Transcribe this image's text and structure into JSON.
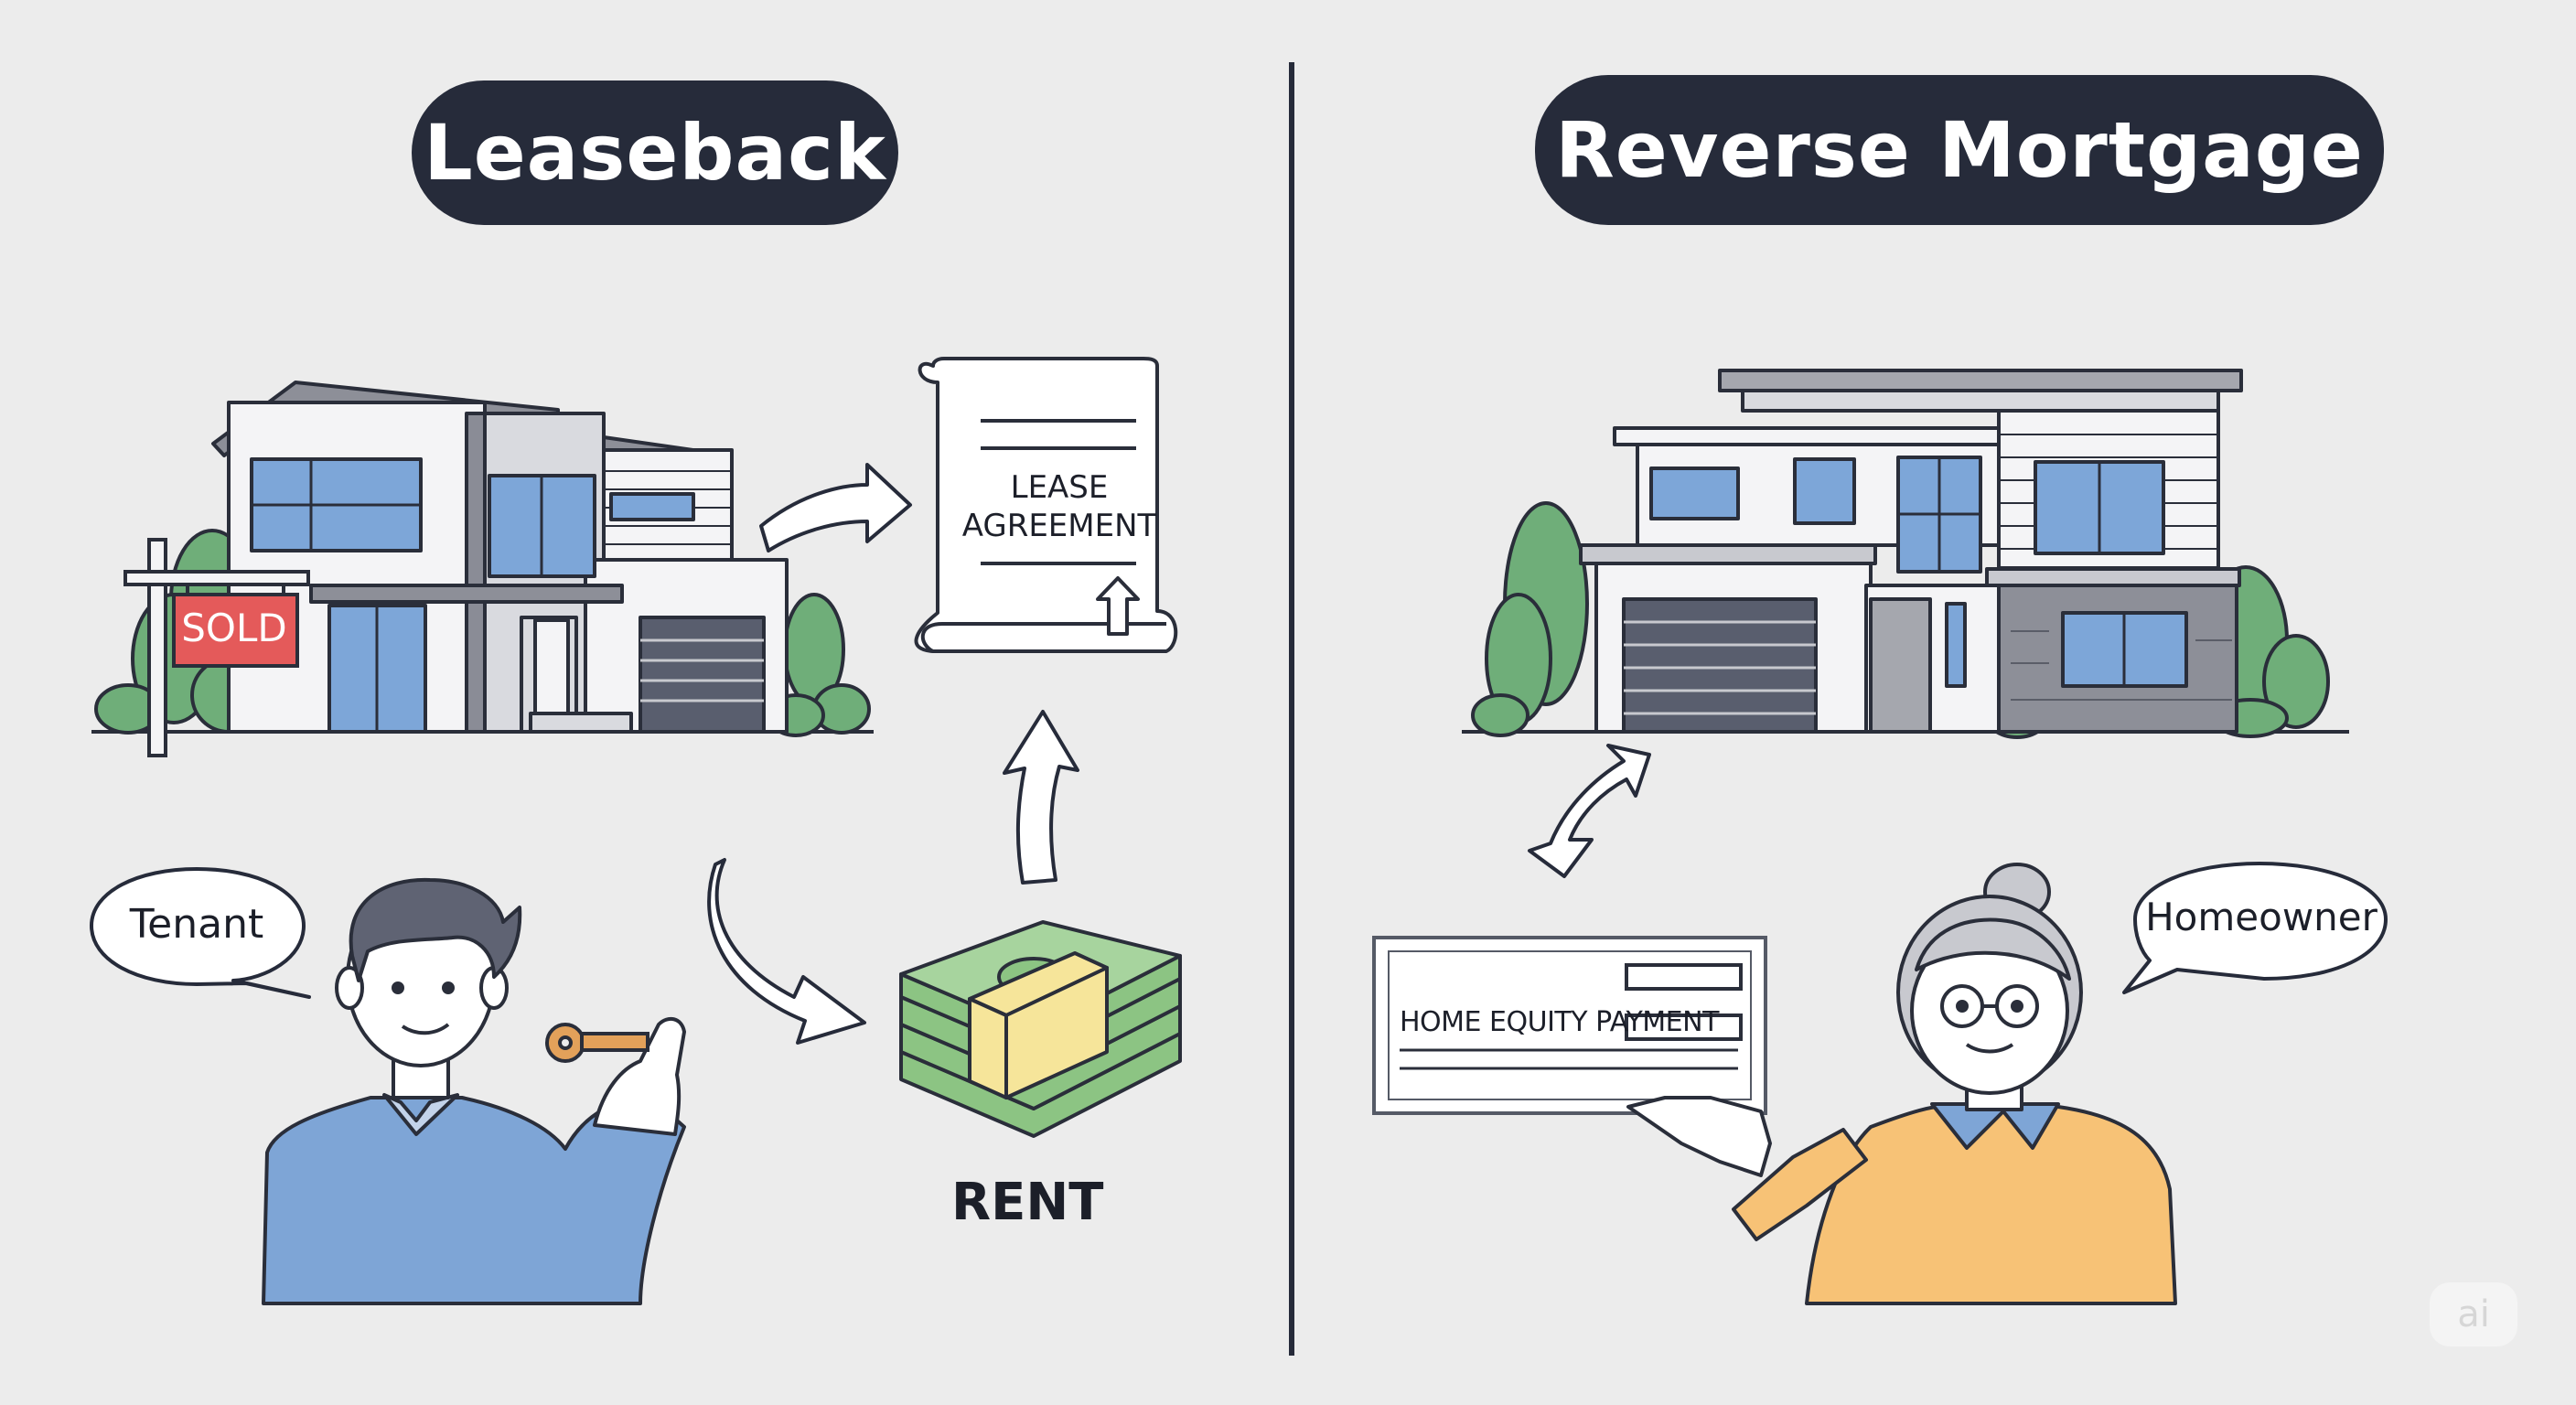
{
  "left_panel": {
    "title": "Leaseback",
    "sign_text": "SOLD",
    "document_lines": [
      "LEASE",
      "AGREEMENT"
    ],
    "money_label": "RENT",
    "speech_bubble": "Tenant"
  },
  "right_panel": {
    "title": "Reverse Mortgage",
    "check_text": "HOME EQUITY PAYMENT",
    "speech_bubble": "Homeowner"
  },
  "watermark": "ai",
  "colors": {
    "background": "#ececec",
    "pill": "#262b3a",
    "sold_sign": "#e45a5a",
    "tree_green": "#6fae79",
    "window_blue": "#7da6d8",
    "tenant_shirt": "#7ea5d6",
    "homeowner_shirt": "#f7c276",
    "money_green": "#8cc483",
    "money_band": "#f6e59a",
    "key": "#e3a15a"
  },
  "icons": [
    "house-icon",
    "document-icon",
    "money-stack-icon",
    "key-icon",
    "arrow-icon",
    "check-icon",
    "speech-bubble-icon"
  ]
}
